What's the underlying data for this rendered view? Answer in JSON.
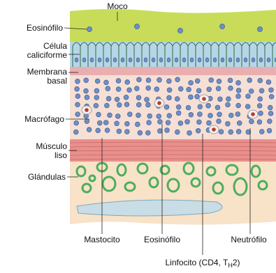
{
  "labels": {
    "moco": "Moco",
    "eosinofilo_top": "Eosinófilo",
    "celula_line1": "Célula",
    "celula_line2": "caliciforme",
    "membrana_line1": "Membrana",
    "membrana_line2": "basal",
    "macrofago": "Macrófago",
    "musculo_line1": "Músculo",
    "musculo_line2": "liso",
    "glandulas": "Glándulas",
    "mastocito": "Mastocito",
    "eosinofilo_bottom": "Eosinófilo",
    "neutrofilo": "Neutrófilo",
    "linfocito_main": "Linfocito (CD4, T",
    "linfocito_sub": "H",
    "linfocito_end": "2)"
  },
  "colors": {
    "mucus": "#c9dc5a",
    "epithelium": "#b6d6e6",
    "basal_membrane": "#e9aeb0",
    "submucosa": "#f6dfd4",
    "smooth_muscle": "#e98f8c",
    "glands_bg": "#f8e2c8",
    "gland_ring": "#4cae5e",
    "cell_fill": "#6f8fc4",
    "cell_stroke": "#3f5e98",
    "red_cell": "#c0392b"
  }
}
